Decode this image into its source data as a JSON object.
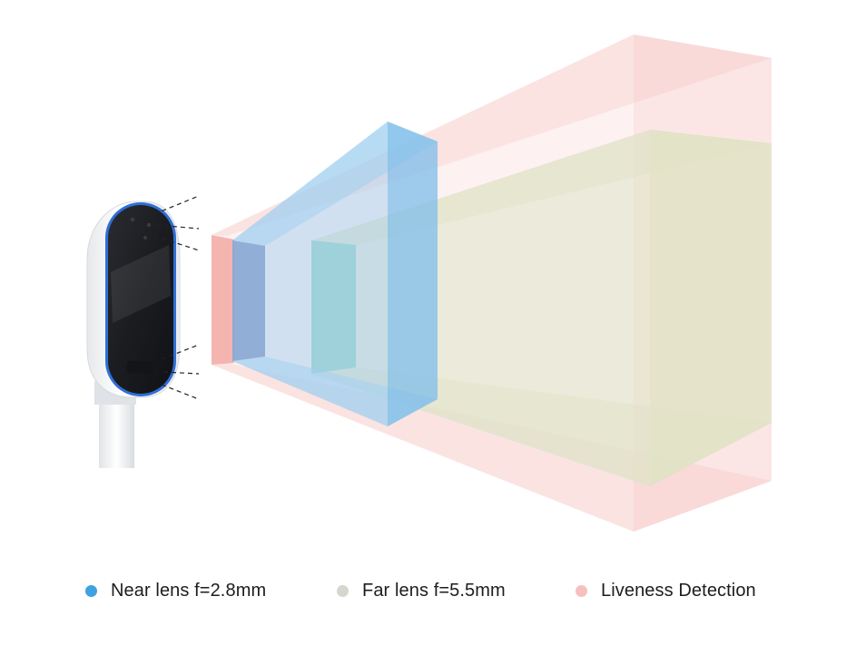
{
  "colors": {
    "near": "#3fa2e0",
    "far": "#d6d6cd",
    "liveness": "#f5c0bd",
    "device_accent": "#2f6fd6",
    "device_screen": "#1c1c1f",
    "device_body": "#f2f3f5"
  },
  "legend": {
    "near": {
      "label": "Near lens f=2.8mm",
      "color": "#3fa2e0"
    },
    "far": {
      "label": "Far lens f=5.5mm",
      "color": "#d6d6cd"
    },
    "liveness": {
      "label": "Liveness Detection",
      "color": "#f5c0bd"
    }
  }
}
